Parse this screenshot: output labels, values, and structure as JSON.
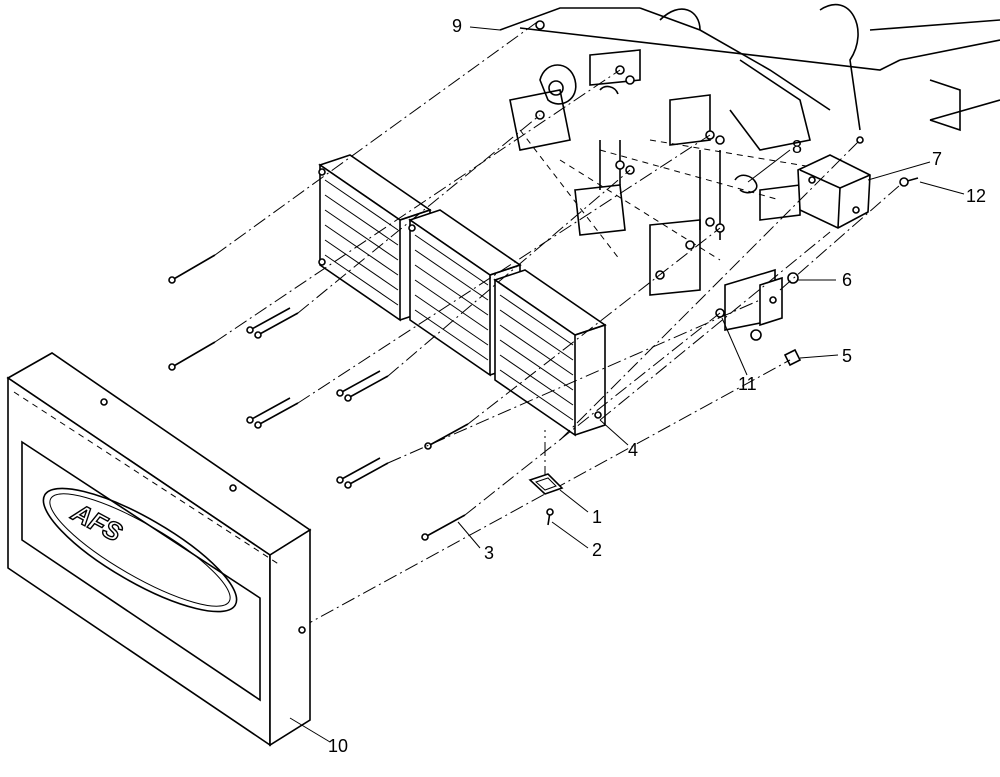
{
  "diagram": {
    "logo_text": "AFS",
    "callouts": [
      {
        "id": "c1",
        "label": "1"
      },
      {
        "id": "c2",
        "label": "2"
      },
      {
        "id": "c3",
        "label": "3"
      },
      {
        "id": "c4",
        "label": "4"
      },
      {
        "id": "c5",
        "label": "5"
      },
      {
        "id": "c6",
        "label": "6"
      },
      {
        "id": "c7",
        "label": "7"
      },
      {
        "id": "c8",
        "label": "8"
      },
      {
        "id": "c9",
        "label": "9"
      },
      {
        "id": "c10",
        "label": "10"
      },
      {
        "id": "c11",
        "label": "11"
      },
      {
        "id": "c12",
        "label": "12"
      }
    ]
  }
}
